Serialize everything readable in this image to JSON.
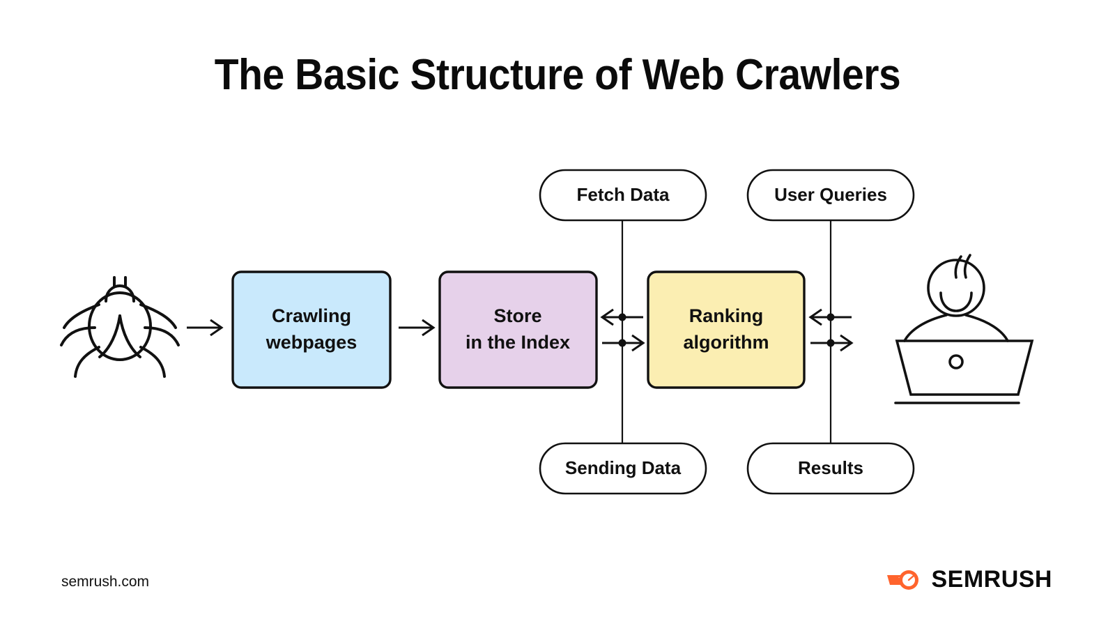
{
  "page": {
    "title": "The Basic Structure of Web Crawlers",
    "background_color": "#ffffff",
    "text_color": "#111111"
  },
  "diagram": {
    "type": "flow-diagram",
    "nodes": [
      {
        "id": "spider",
        "kind": "icon",
        "icon": "spider-icon",
        "label": ""
      },
      {
        "id": "crawling",
        "kind": "box",
        "label_line1": "Crawling",
        "label_line2": "webpages",
        "fill": "#C9E9FC"
      },
      {
        "id": "store",
        "kind": "box",
        "label_line1": "Store",
        "label_line2": "in the Index",
        "fill": "#E6D1EA"
      },
      {
        "id": "ranking",
        "kind": "box",
        "label_line1": "Ranking",
        "label_line2": "algorithm",
        "fill": "#FBEEB2"
      },
      {
        "id": "user",
        "kind": "icon",
        "icon": "person-at-laptop-icon",
        "label": ""
      },
      {
        "id": "fetch_data",
        "kind": "pill",
        "label": "Fetch Data",
        "fill": "#ffffff"
      },
      {
        "id": "user_queries",
        "kind": "pill",
        "label": "User Queries",
        "fill": "#ffffff"
      },
      {
        "id": "sending_data",
        "kind": "pill",
        "label": "Sending Data",
        "fill": "#ffffff"
      },
      {
        "id": "results",
        "kind": "pill",
        "label": "Results",
        "fill": "#ffffff"
      }
    ],
    "edges": [
      {
        "from": "spider",
        "to": "crawling",
        "style": "arrow-right"
      },
      {
        "from": "crawling",
        "to": "store",
        "style": "arrow-right"
      },
      {
        "from": "ranking",
        "to": "store",
        "style": "arrow-left",
        "label_ref": "fetch_data"
      },
      {
        "from": "store",
        "to": "ranking",
        "style": "arrow-right",
        "label_ref": "sending_data"
      },
      {
        "from": "user",
        "to": "ranking",
        "style": "arrow-left",
        "label_ref": "user_queries"
      },
      {
        "from": "ranking",
        "to": "user",
        "style": "arrow-right",
        "label_ref": "results"
      }
    ]
  },
  "colors": {
    "crawling_box": "#C9E9FC",
    "store_box": "#E6D1EA",
    "ranking_box": "#FBEEB2",
    "stroke": "#111111",
    "brand_orange": "#FF642D"
  },
  "footer": {
    "domain": "semrush.com",
    "brand": "SEMRUSH"
  }
}
